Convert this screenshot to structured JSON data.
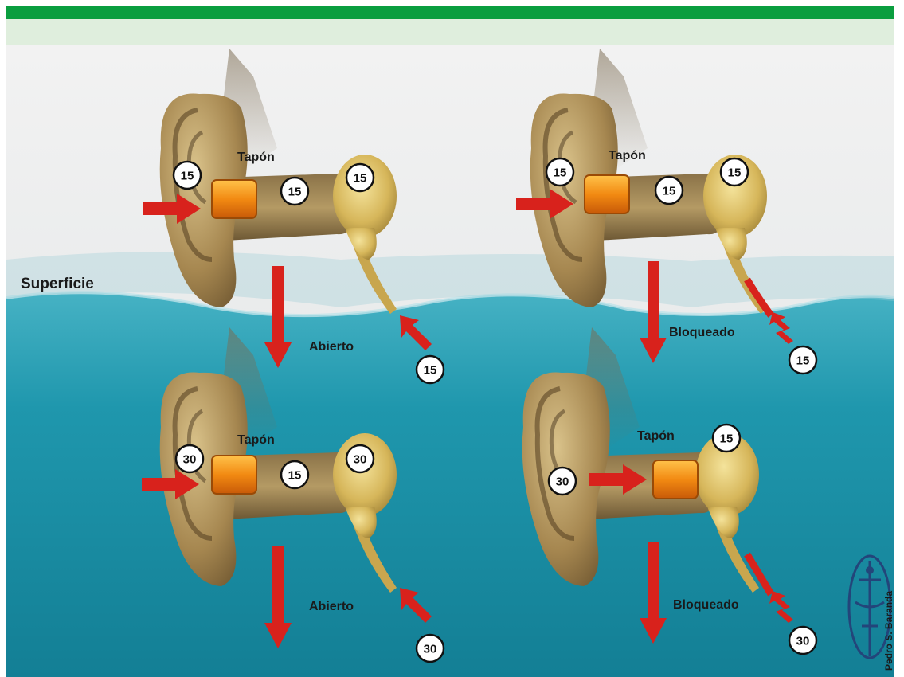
{
  "labels": {
    "surface": "Superficie",
    "plug": "Tapón",
    "open": "Abierto",
    "blocked": "Bloqueado",
    "credit": "Pedro S. Baranda"
  },
  "panels": {
    "top_left": {
      "outer": "15",
      "canal": "15",
      "middle_ear": "15",
      "tube_pressure": "15"
    },
    "top_right": {
      "outer": "15",
      "canal": "15",
      "middle_ear": "15",
      "tube_pressure": "15"
    },
    "bottom_left": {
      "outer": "30",
      "canal": "15",
      "middle_ear": "30",
      "tube_pressure": "30"
    },
    "bottom_right": {
      "outer": "30",
      "middle_ear": "15",
      "tube_pressure": "30"
    }
  },
  "colors": {
    "header_green": "#0a9e3f",
    "header_pale": "#dfeedd",
    "water": "#1f97ad",
    "arrow_red": "#d8221c",
    "ear_tan": "#a88b55",
    "plug_orange": "#f09a1c"
  }
}
